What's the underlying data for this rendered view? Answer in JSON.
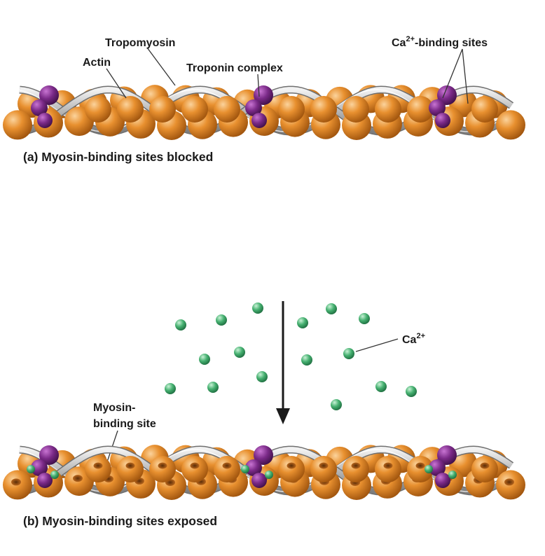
{
  "panel_a": {
    "caption": "(a) Myosin-binding sites blocked",
    "labels": {
      "tropomyosin": "Tropomyosin",
      "actin": "Actin",
      "troponin": "Troponin complex",
      "ca_sites": "Ca",
      "ca_sites_sup": "2+",
      "ca_sites_rest": "-binding sites"
    }
  },
  "panel_b": {
    "caption": "(b) Myosin-binding sites exposed",
    "labels": {
      "ca_ion": "Ca",
      "ca_ion_sup": "2+",
      "myosin_site_line1": "Myosin-",
      "myosin_site_line2": "binding site"
    }
  },
  "colors": {
    "actin": "#e38a2d",
    "actin_highlight": "#f8c384",
    "actin_shadow": "#9a5312",
    "tropomyosin": "#c9c9c9",
    "troponin": "#7a2a86",
    "troponin_highlight": "#b45fbf",
    "calcium": "#3fae6a",
    "calcium_highlight": "#a8e6bf"
  }
}
